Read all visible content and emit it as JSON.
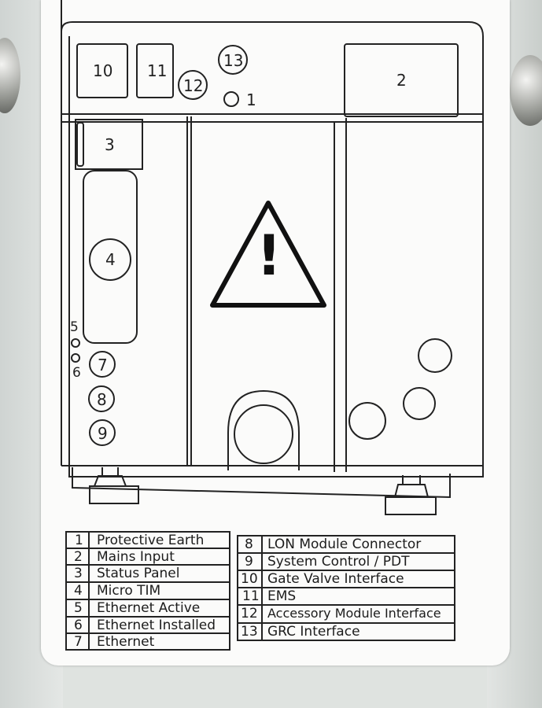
{
  "diagram": {
    "callouts": {
      "c1": "1",
      "c2": "2",
      "c3": "3",
      "c4": "4",
      "c5": "5",
      "c6": "6",
      "c7": "7",
      "c8": "8",
      "c9": "9",
      "c10": "10",
      "c11": "11",
      "c12": "12",
      "c13": "13"
    },
    "warning_glyph": "!"
  },
  "legend": {
    "left": [
      {
        "num": "1",
        "label": "Protective Earth"
      },
      {
        "num": "2",
        "label": "Mains Input"
      },
      {
        "num": "3",
        "label": "Status Panel"
      },
      {
        "num": "4",
        "label": "Micro TIM"
      },
      {
        "num": "5",
        "label": "Ethernet Active"
      },
      {
        "num": "6",
        "label": "Ethernet Installed"
      },
      {
        "num": "7",
        "label": "Ethernet"
      }
    ],
    "right": [
      {
        "num": "8",
        "label": "LON Module Connector"
      },
      {
        "num": "9",
        "label": "System Control / PDT"
      },
      {
        "num": "10",
        "label": "Gate Valve Interface"
      },
      {
        "num": "11",
        "label": "EMS"
      },
      {
        "num": "12",
        "label": "Accessory Module Interface"
      },
      {
        "num": "13",
        "label": "GRC Interface"
      }
    ]
  }
}
